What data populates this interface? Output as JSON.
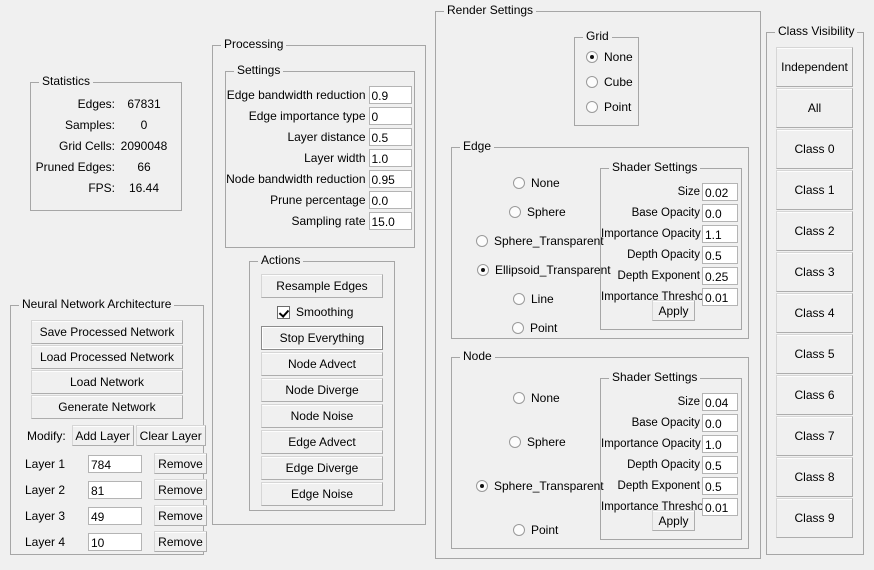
{
  "statistics": {
    "title": "Statistics",
    "rows": [
      {
        "label": "Edges:",
        "value": "67831"
      },
      {
        "label": "Samples:",
        "value": "0"
      },
      {
        "label": "Grid Cells:",
        "value": "2090048"
      },
      {
        "label": "Pruned Edges:",
        "value": "66"
      },
      {
        "label": "FPS:",
        "value": "16.44"
      }
    ]
  },
  "neural_network": {
    "title": "Neural Network Architecture",
    "buttons": [
      "Save Processed Network",
      "Load Processed Network",
      "Load Network",
      "Generate Network"
    ],
    "modify_label": "Modify:",
    "add_layer": "Add Layer",
    "clear_layer": "Clear Layer",
    "remove_label": "Remove",
    "layers": [
      {
        "label": "Layer 1",
        "value": "784"
      },
      {
        "label": "Layer 2",
        "value": "81"
      },
      {
        "label": "Layer 3",
        "value": "49"
      },
      {
        "label": "Layer 4",
        "value": "10"
      }
    ]
  },
  "processing": {
    "title": "Processing",
    "settings_title": "Settings",
    "settings": [
      {
        "label": "Edge bandwidth reduction",
        "value": "0.9"
      },
      {
        "label": "Edge importance type",
        "value": "0"
      },
      {
        "label": "Layer distance",
        "value": "0.5"
      },
      {
        "label": "Layer width",
        "value": "1.0"
      },
      {
        "label": "Node bandwidth reduction",
        "value": "0.95"
      },
      {
        "label": "Prune percentage",
        "value": "0.0"
      },
      {
        "label": "Sampling rate",
        "value": "15.0"
      }
    ],
    "actions_title": "Actions",
    "actions_top": "Resample Edges",
    "smoothing_label": "Smoothing",
    "smoothing_checked": true,
    "actions": [
      "Stop Everything",
      "Node Advect",
      "Node Diverge",
      "Node Noise",
      "Edge Advect",
      "Edge Diverge",
      "Edge Noise"
    ]
  },
  "render_settings": {
    "title": "Render Settings",
    "grid": {
      "title": "Grid",
      "options": [
        "None",
        "Cube",
        "Point"
      ],
      "selected": "None"
    },
    "edge": {
      "title": "Edge",
      "options": [
        "None",
        "Sphere",
        "Sphere_Transparent",
        "Ellipsoid_Transparent",
        "Line",
        "Point"
      ],
      "selected": "Ellipsoid_Transparent",
      "shader_title": "Shader Settings",
      "shader": [
        {
          "label": "Size",
          "value": "0.02"
        },
        {
          "label": "Base Opacity",
          "value": "0.0"
        },
        {
          "label": "Importance Opacity",
          "value": "1.1"
        },
        {
          "label": "Depth Opacity",
          "value": "0.5"
        },
        {
          "label": "Depth Exponent",
          "value": "0.25"
        },
        {
          "label": "Importance Threshold",
          "value": "0.01"
        }
      ],
      "apply_label": "Apply"
    },
    "node": {
      "title": "Node",
      "options": [
        "None",
        "Sphere",
        "Sphere_Transparent",
        "Point"
      ],
      "selected": "Sphere_Transparent",
      "shader_title": "Shader Settings",
      "shader": [
        {
          "label": "Size",
          "value": "0.04"
        },
        {
          "label": "Base Opacity",
          "value": "0.0"
        },
        {
          "label": "Importance Opacity",
          "value": "1.0"
        },
        {
          "label": "Depth Opacity",
          "value": "0.5"
        },
        {
          "label": "Depth Exponent",
          "value": "0.5"
        },
        {
          "label": "Importance Threshold",
          "value": "0.01"
        }
      ],
      "apply_label": "Apply"
    }
  },
  "class_visibility": {
    "title": "Class Visibility",
    "buttons": [
      "Independent",
      "All",
      "Class 0",
      "Class 1",
      "Class 2",
      "Class 3",
      "Class 4",
      "Class 5",
      "Class 6",
      "Class 7",
      "Class 8",
      "Class 9"
    ]
  },
  "colors": {
    "background": "#f0f0f0",
    "border": "#a6a6a6",
    "field_bg": "#ffffff",
    "text": "#000000"
  }
}
